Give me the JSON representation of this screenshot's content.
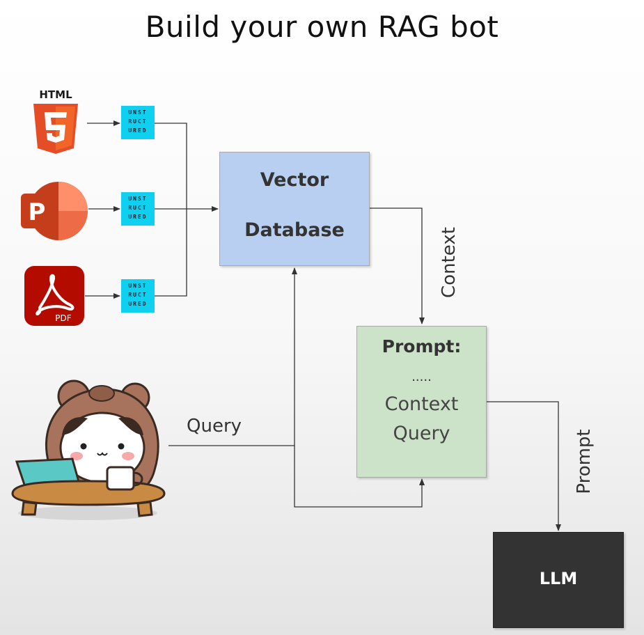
{
  "title": "Build your own RAG bot",
  "sources": [
    {
      "name": "HTML",
      "icon": "html5-icon"
    },
    {
      "name": "PowerPoint",
      "icon": "powerpoint-icon",
      "glyph": "P"
    },
    {
      "name": "PDF",
      "icon": "pdf-icon",
      "glyph": "PDF"
    }
  ],
  "unstructured_badge": {
    "rows": [
      "UNST",
      "RUCT",
      "URED"
    ],
    "color": "#10d0f0"
  },
  "nodes": {
    "vector_db": {
      "line1": "Vector",
      "line2": "Database",
      "color": "#b8cff2"
    },
    "prompt": {
      "heading": "Prompt:",
      "ellipsis": ".....",
      "line1": "Context",
      "line2": "Query",
      "color": "#cde3c9"
    },
    "llm": {
      "label": "LLM",
      "color": "#333333"
    }
  },
  "edges": {
    "query": "Query",
    "context": "Context",
    "prompt": "Prompt"
  },
  "icons": {
    "user": "user-with-laptop-icon"
  }
}
